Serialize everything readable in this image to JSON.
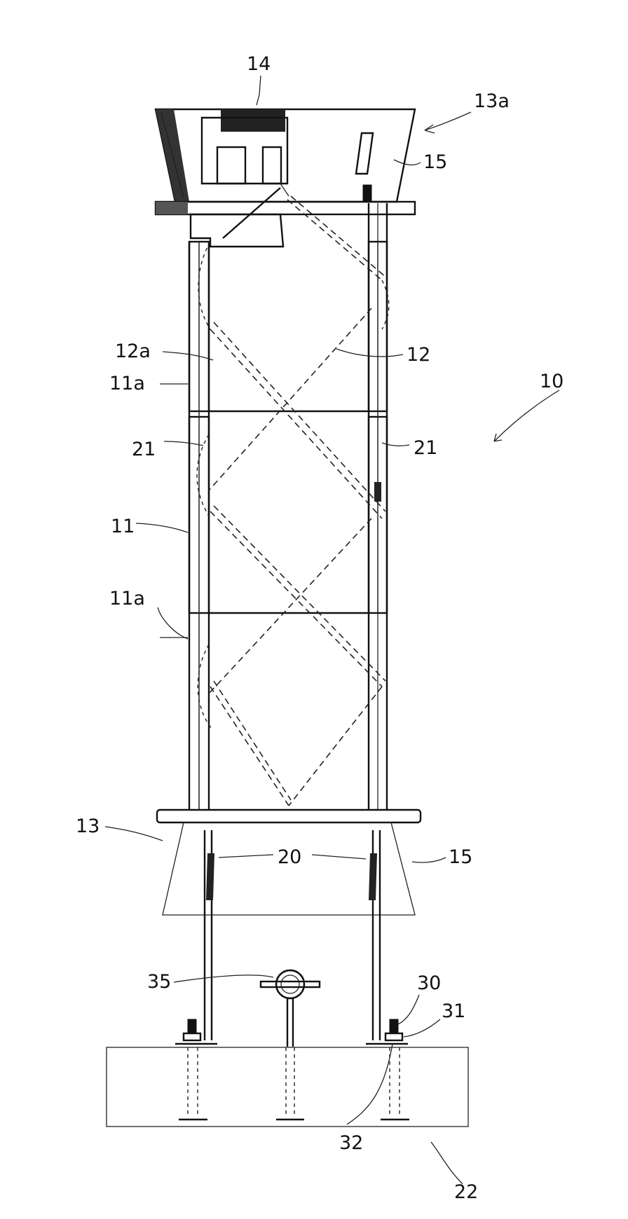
{
  "labels": {
    "l14": "14",
    "l13a": "13a",
    "l15_top": "15",
    "l12a": "12a",
    "l12": "12",
    "l10": "10",
    "l11a_top": "11a",
    "l21_left": "21",
    "l21_right": "21",
    "l11": "11",
    "l11a_bottom": "11a",
    "l13": "13",
    "l20": "20",
    "l15_bottom": "15",
    "l35": "35",
    "l30": "30",
    "l31": "31",
    "l32": "32",
    "l22": "22"
  }
}
